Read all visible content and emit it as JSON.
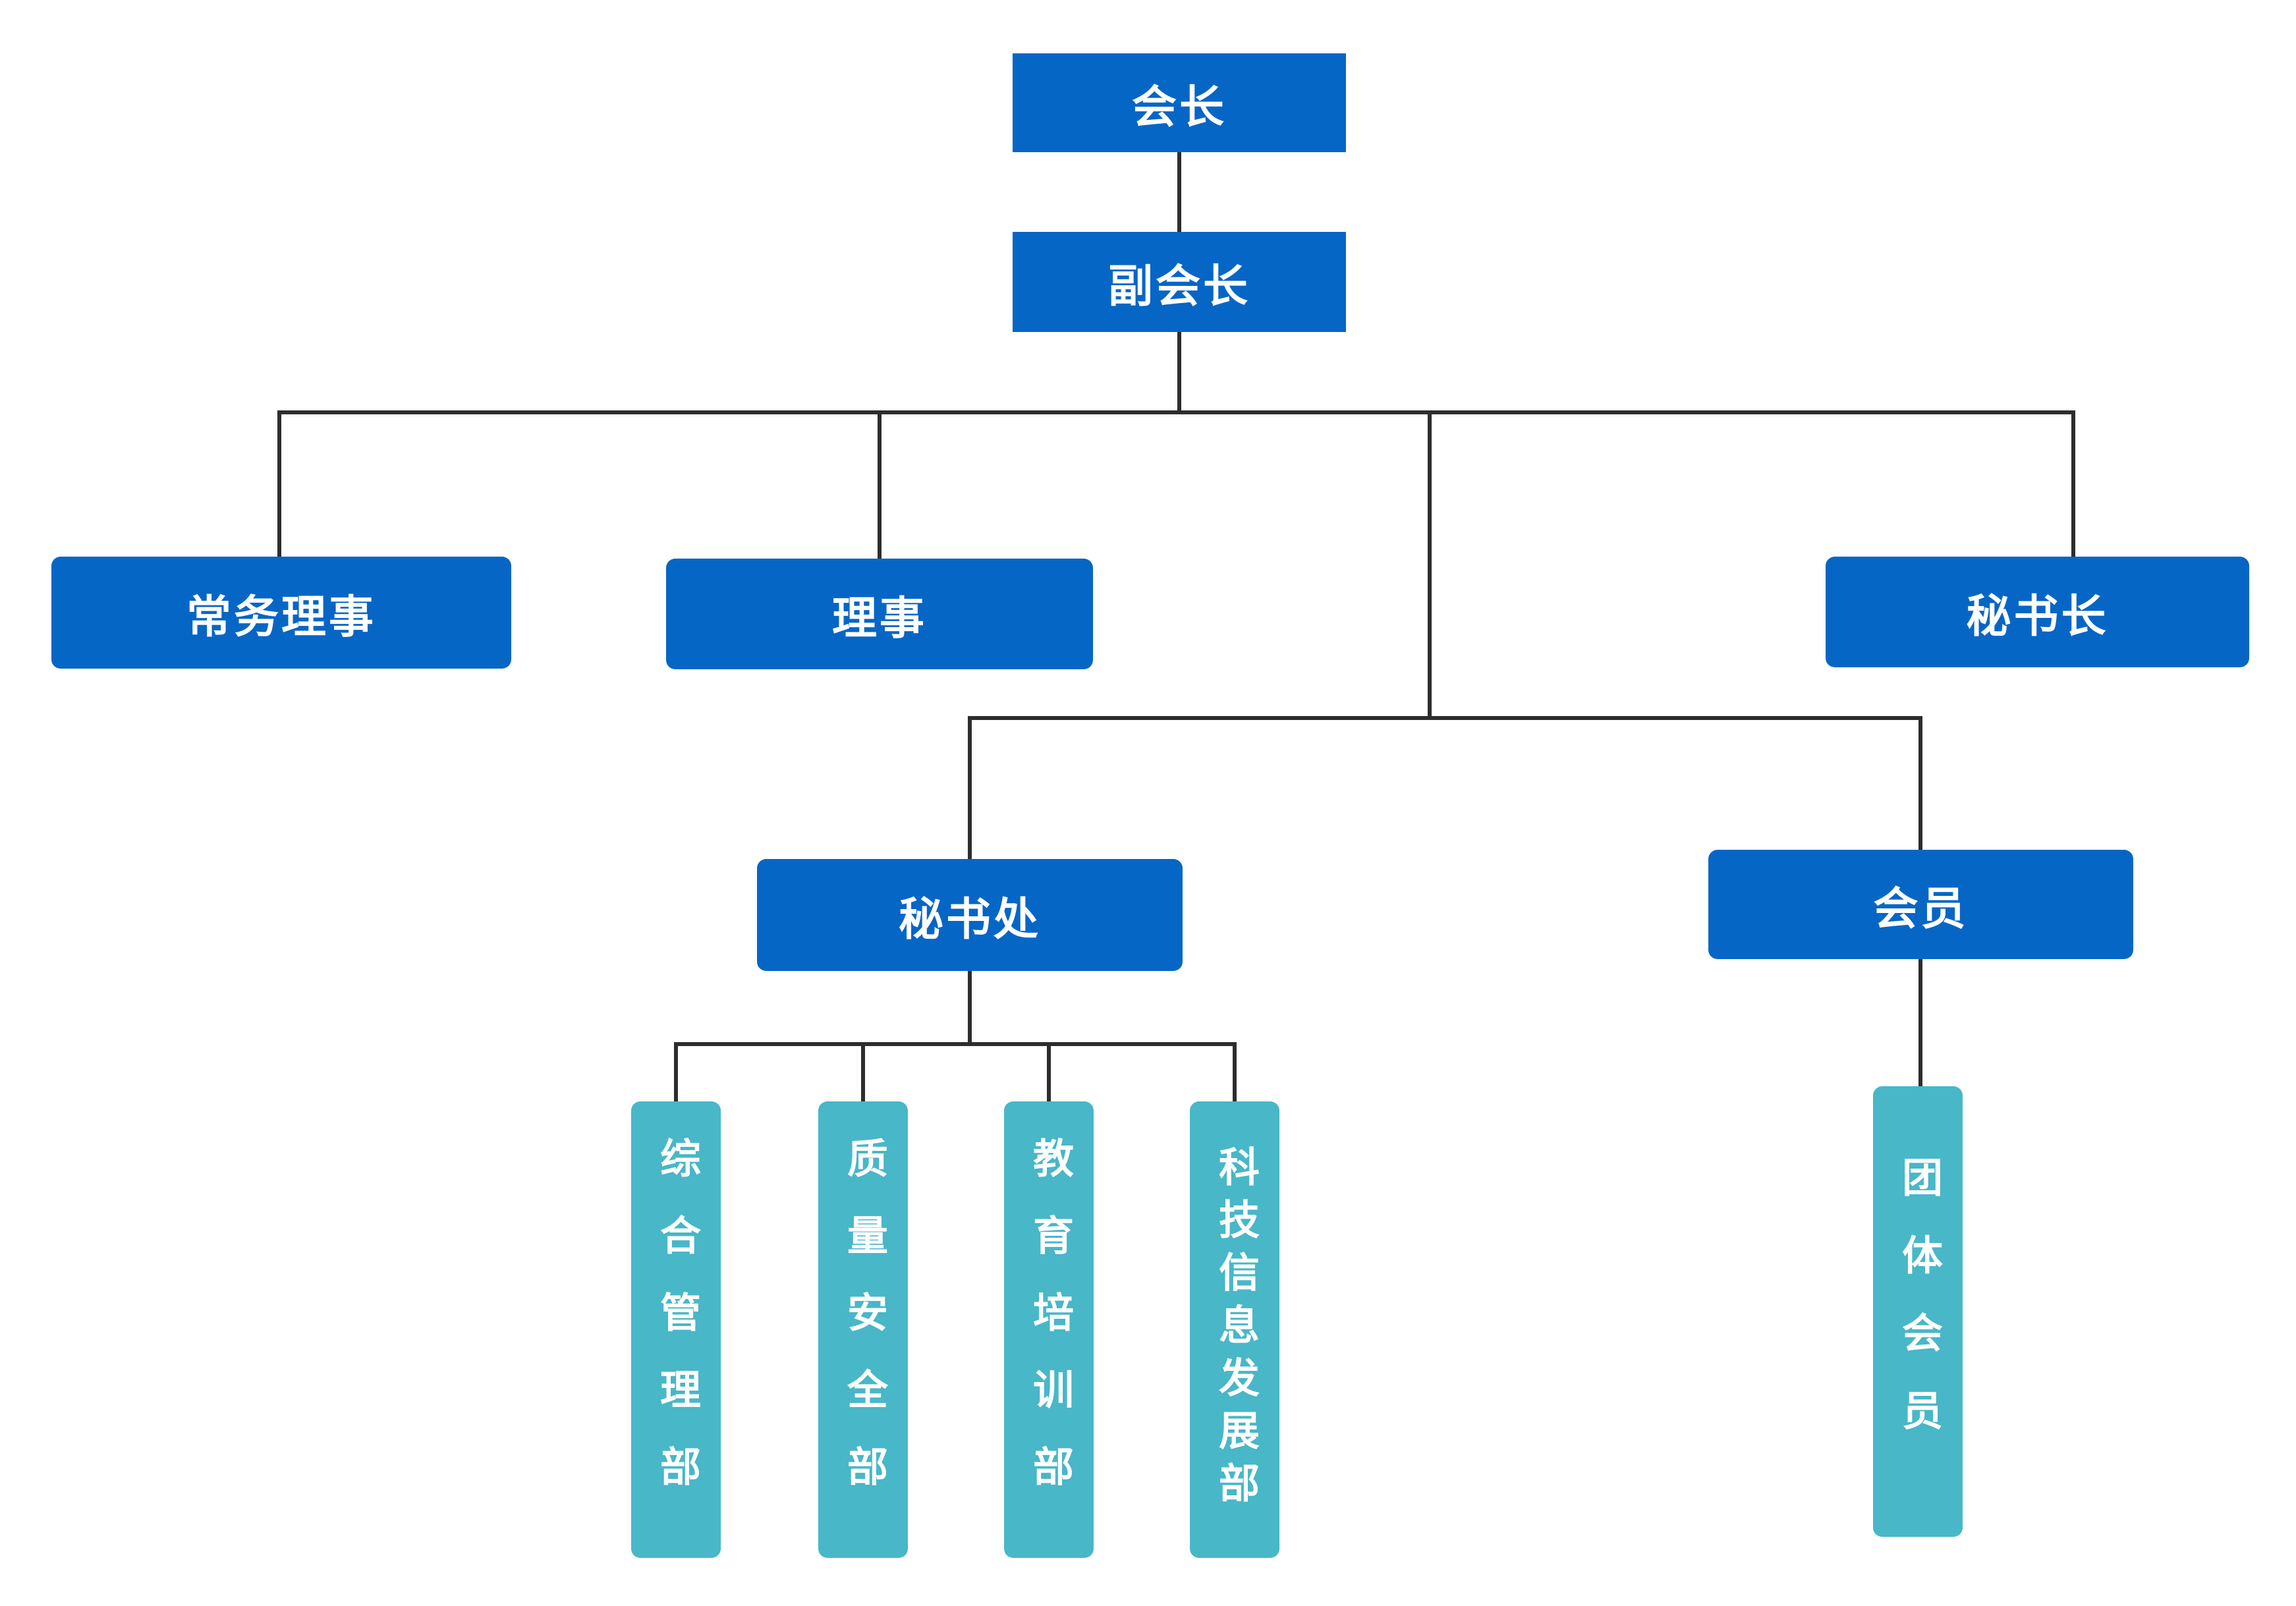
{
  "diagram": {
    "type": "org-chart",
    "colors": {
      "primary_node": "#0666C6",
      "secondary_node": "#48B7C8",
      "connector": "#2D2D2D",
      "label_text": "#FFFFFF",
      "background": "#FFFFFF"
    },
    "nodes": {
      "president": {
        "label": "会长",
        "parent": null
      },
      "vice_president": {
        "label": "副会长",
        "parent": "president"
      },
      "standing_director": {
        "label": "常务理事",
        "parent": "vice_president"
      },
      "director": {
        "label": "理事",
        "parent": "vice_president"
      },
      "secretary_general": {
        "label": "秘书长",
        "parent": "vice_president"
      },
      "secretariat": {
        "label": "秘书处",
        "parent": "vice_president"
      },
      "member": {
        "label": "会员",
        "parent": "vice_president"
      },
      "general_management_dept": {
        "label": "综合管理部",
        "parent": "secretariat"
      },
      "quality_safety_dept": {
        "label": "质量安全部",
        "parent": "secretariat"
      },
      "education_training_dept": {
        "label": "教育培训部",
        "parent": "secretariat"
      },
      "tech_info_development_dept": {
        "label": "科技信息发展部",
        "parent": "secretariat"
      },
      "group_member": {
        "label": "团体会员",
        "parent": "member"
      }
    }
  }
}
